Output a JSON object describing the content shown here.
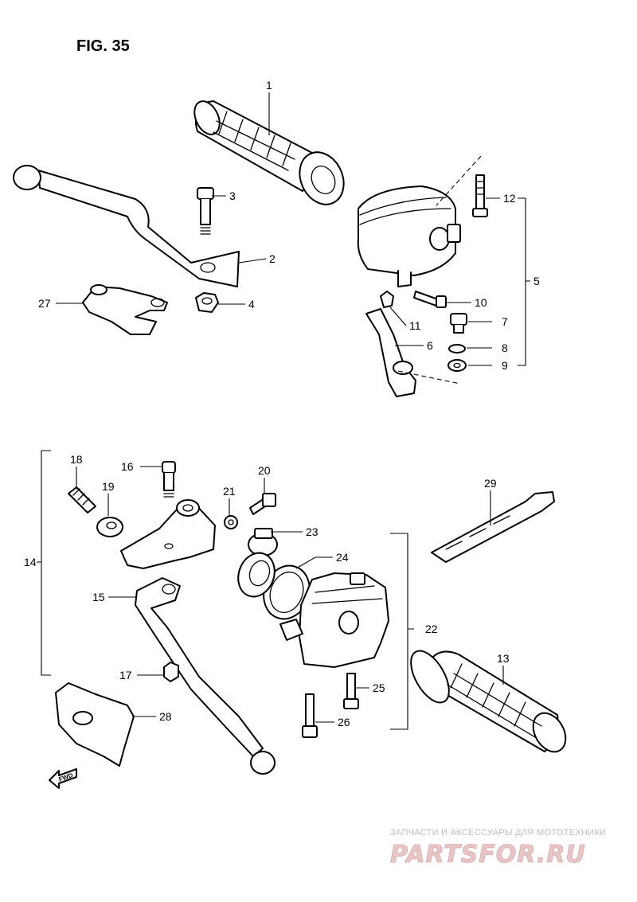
{
  "figure": {
    "title": "FIG. 35"
  },
  "callouts": [
    {
      "id": "1",
      "text": "1"
    },
    {
      "id": "2",
      "text": "2"
    },
    {
      "id": "3",
      "text": "3"
    },
    {
      "id": "4",
      "text": "4"
    },
    {
      "id": "5",
      "text": "5"
    },
    {
      "id": "6",
      "text": "6"
    },
    {
      "id": "7",
      "text": "7"
    },
    {
      "id": "8",
      "text": "8"
    },
    {
      "id": "9",
      "text": "9"
    },
    {
      "id": "10",
      "text": "10"
    },
    {
      "id": "11",
      "text": "11"
    },
    {
      "id": "12",
      "text": "12"
    },
    {
      "id": "13",
      "text": "13"
    },
    {
      "id": "14",
      "text": "14"
    },
    {
      "id": "15",
      "text": "15"
    },
    {
      "id": "16",
      "text": "16"
    },
    {
      "id": "17",
      "text": "17"
    },
    {
      "id": "18",
      "text": "18"
    },
    {
      "id": "19",
      "text": "19"
    },
    {
      "id": "20",
      "text": "20"
    },
    {
      "id": "21",
      "text": "21"
    },
    {
      "id": "22",
      "text": "22"
    },
    {
      "id": "23",
      "text": "23"
    },
    {
      "id": "24",
      "text": "24"
    },
    {
      "id": "25",
      "text": "25"
    },
    {
      "id": "26",
      "text": "26"
    },
    {
      "id": "27",
      "text": "27"
    },
    {
      "id": "28",
      "text": "28"
    },
    {
      "id": "29",
      "text": "29"
    }
  ],
  "fwd_marker": {
    "text": "FWD"
  },
  "watermark": {
    "tagline": "ЗАПЧАСТИ И АКСЕССУАРЫ ДЛЯ МОТОТЕХНИКИ",
    "logo": "PARTSFOR.RU"
  }
}
